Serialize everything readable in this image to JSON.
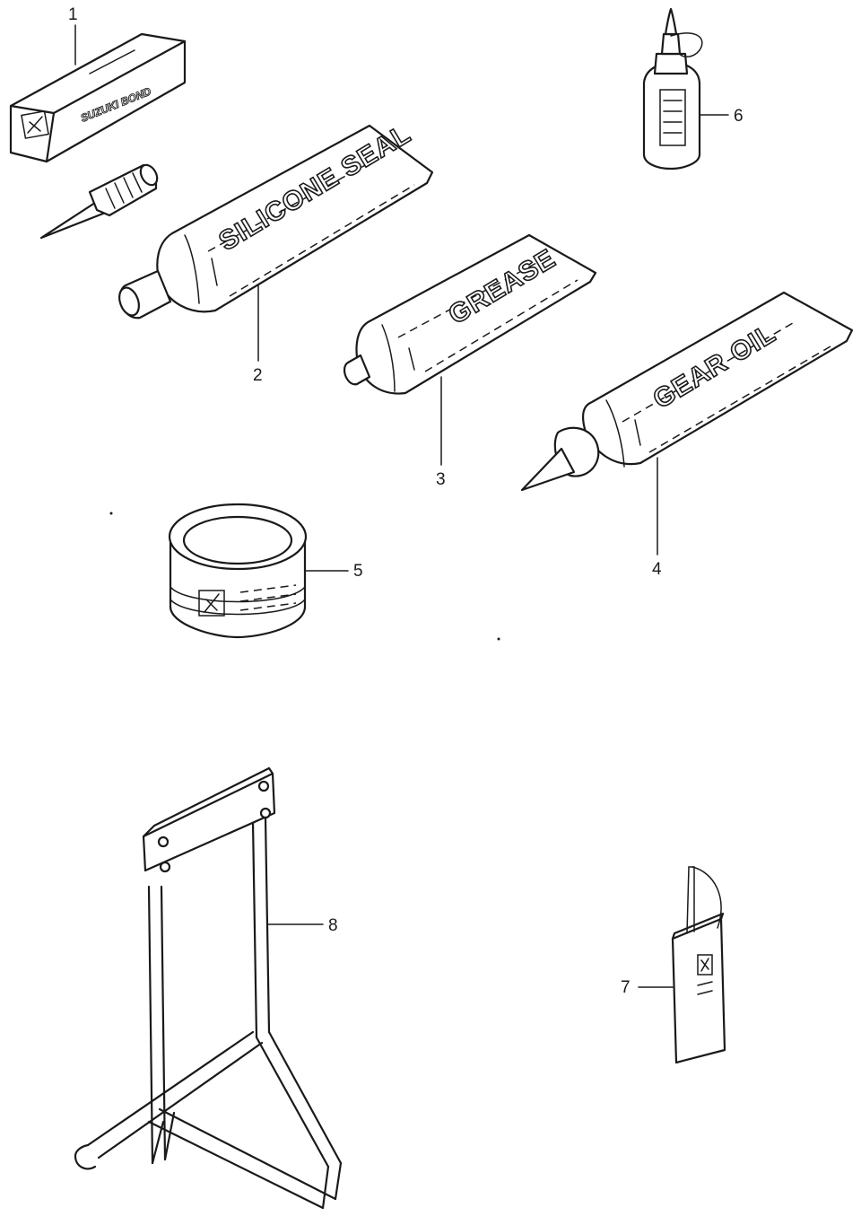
{
  "parts": [
    {
      "id": "part-1",
      "callout": "1",
      "label": "SUZUKI BOND"
    },
    {
      "id": "part-2",
      "callout": "2",
      "label": "SILICONE SEAL"
    },
    {
      "id": "part-3",
      "callout": "3",
      "label": "GREASE"
    },
    {
      "id": "part-4",
      "callout": "4",
      "label": "GEAR OIL"
    },
    {
      "id": "part-5",
      "callout": "5",
      "label": ""
    },
    {
      "id": "part-6",
      "callout": "6",
      "label": ""
    },
    {
      "id": "part-7",
      "callout": "7",
      "label": ""
    },
    {
      "id": "part-8",
      "callout": "8",
      "label": ""
    }
  ]
}
